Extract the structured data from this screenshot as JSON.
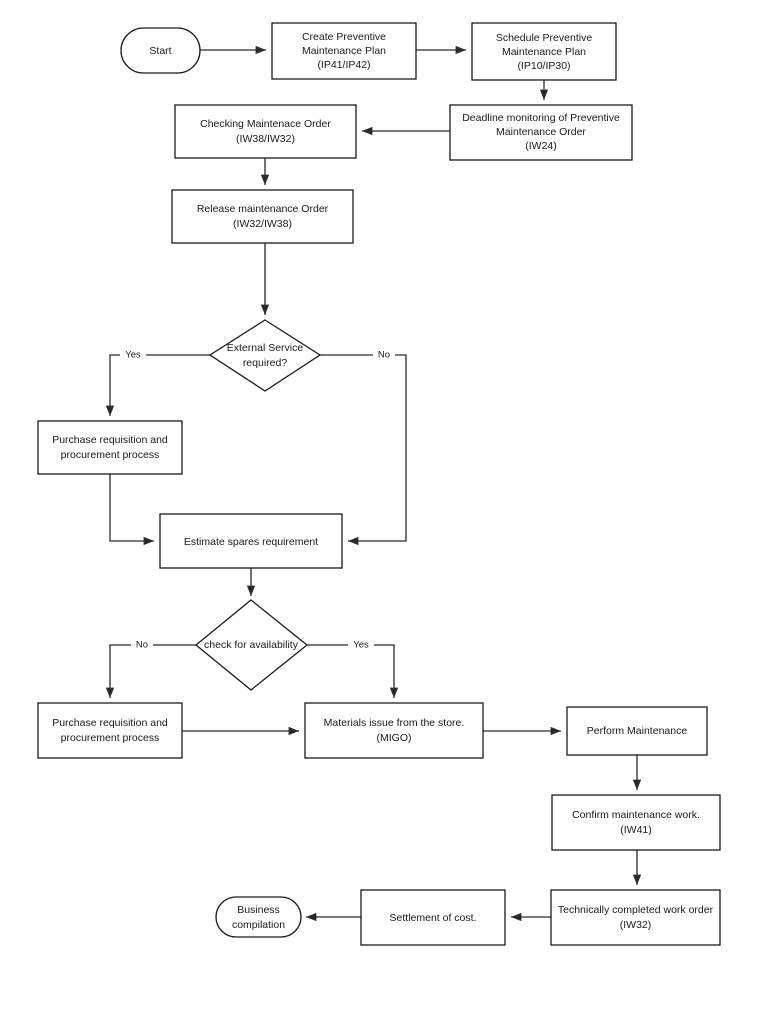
{
  "diagram": {
    "title": "Preventive Maintenance Process Flowchart",
    "type": "flowchart",
    "background_color": "#ffffff",
    "line_color": "#2a2a2a",
    "text_color": "#1a1a1a"
  },
  "nodes": {
    "start": {
      "shape": "terminator",
      "label": "Start",
      "lines": [
        "Start"
      ]
    },
    "create_plan": {
      "shape": "process",
      "lines": [
        "Create Preventive",
        "Maintenance Plan",
        "(IP41/IP42)"
      ]
    },
    "schedule_plan": {
      "shape": "process",
      "lines": [
        "Schedule Preventive",
        "Maintenance Plan",
        "(IP10/IP30)"
      ]
    },
    "deadline_monitoring": {
      "shape": "process",
      "lines": [
        "Deadline monitoring of Preventive",
        "Maintenance Order",
        "(IW24)"
      ]
    },
    "checking_order": {
      "shape": "process",
      "lines": [
        "Checking Maintenace Order",
        "(IW38/IW32)"
      ]
    },
    "release_order": {
      "shape": "process",
      "lines": [
        "Release maintenance Order",
        "(IW32/IW38)"
      ]
    },
    "external_service_decision": {
      "shape": "decision",
      "lines": [
        "External Service",
        "required?"
      ]
    },
    "purchase_requisition_top": {
      "shape": "process",
      "lines": [
        "Purchase requisition and",
        "procurement process"
      ]
    },
    "estimate_spares": {
      "shape": "process",
      "lines": [
        "Estimate spares requirement"
      ]
    },
    "check_availability_decision": {
      "shape": "decision",
      "lines": [
        "check for availability"
      ]
    },
    "purchase_requisition_bottom": {
      "shape": "process",
      "lines": [
        "Purchase requisition and",
        "procurement process"
      ]
    },
    "materials_issue": {
      "shape": "process",
      "lines": [
        "Materials issue from the store.",
        "(MIGO)"
      ]
    },
    "perform_maintenance": {
      "shape": "process",
      "lines": [
        "Perform Maintenance"
      ]
    },
    "confirm_work": {
      "shape": "process",
      "lines": [
        "Confirm maintenance work.",
        "(IW41)"
      ]
    },
    "technically_completed": {
      "shape": "process",
      "lines": [
        "Technically completed work order",
        "(IW32)"
      ]
    },
    "settlement_of_cost": {
      "shape": "process",
      "lines": [
        "Settlement of cost."
      ]
    },
    "business_compilation": {
      "shape": "terminator",
      "lines": [
        "Business",
        "compilation"
      ]
    }
  },
  "edge_labels": {
    "external_yes": "Yes",
    "external_no": "No",
    "availability_no": "No",
    "availability_yes": "Yes"
  }
}
